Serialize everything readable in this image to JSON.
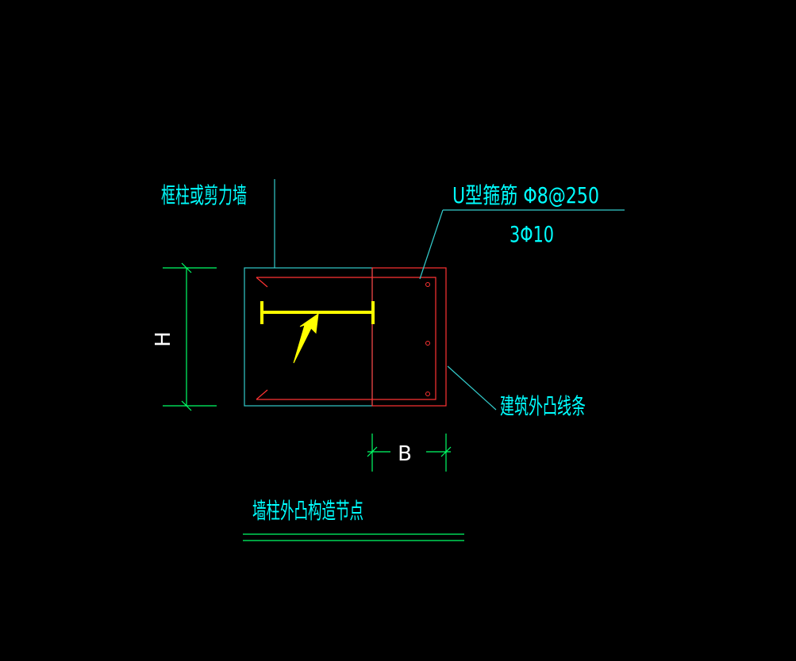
{
  "labels": {
    "column_wall": "框柱或剪力墙",
    "stirrup": "U型箍筋 Φ8@250",
    "longitudinal_bar": "3Φ10",
    "projection": "建筑外凸线条",
    "dim_h": "H",
    "dim_b": "B",
    "title": "墙柱外凸构造节点"
  },
  "colors": {
    "background": "#000000",
    "cyan": "#33CCCC",
    "text_cyan": "#00FFFF",
    "red": "#FF3333",
    "green": "#00FF66",
    "yellow": "#FFFF00",
    "white": "#FFFFFF"
  }
}
